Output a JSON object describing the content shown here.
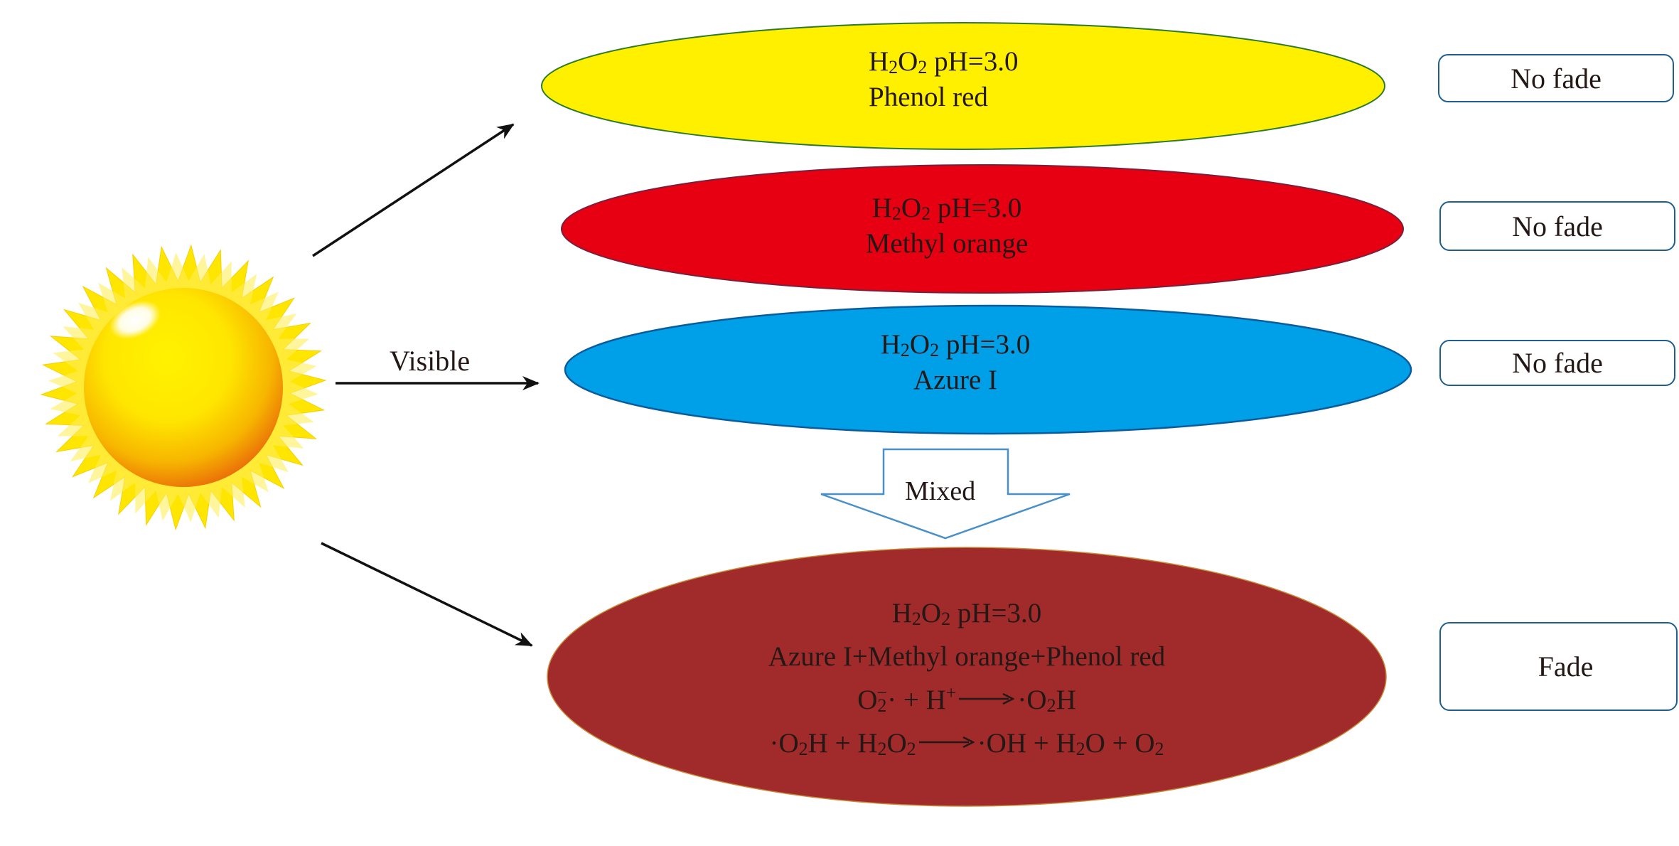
{
  "figure": {
    "light_source": {
      "icon": "sun-icon",
      "label": "Visible"
    },
    "colors": {
      "phenol_red_fill": "#fff000",
      "methyl_orange_fill": "#e60012",
      "azure_fill": "#00a0e9",
      "mixed_fill": "#a12a2b",
      "box_border": "#1f5f8f",
      "mixed_arrow_border": "#4a90c8"
    },
    "solutions": [
      {
        "condition_formula": "H2O2",
        "condition_rest": " pH=3.0",
        "dye": "Phenol red",
        "result": "No fade"
      },
      {
        "condition_formula": "H2O2",
        "condition_rest": " pH=3.0",
        "dye": "Methyl orange",
        "result": "No fade"
      },
      {
        "condition_formula": "H2O2",
        "condition_rest": " pH=3.0",
        "dye": "Azure I",
        "result": "No fade"
      }
    ],
    "mixed_arrow_label": "Mixed",
    "mixture": {
      "condition": "H2O2 pH=3.0",
      "dyes": "Azure I+Methyl orange+Phenol red",
      "reaction_1": "O2−· + H+ → ·O2H",
      "reaction_2": "·O2H + H2O2 → ·OH + H2O + O2",
      "result": "Fade"
    }
  }
}
